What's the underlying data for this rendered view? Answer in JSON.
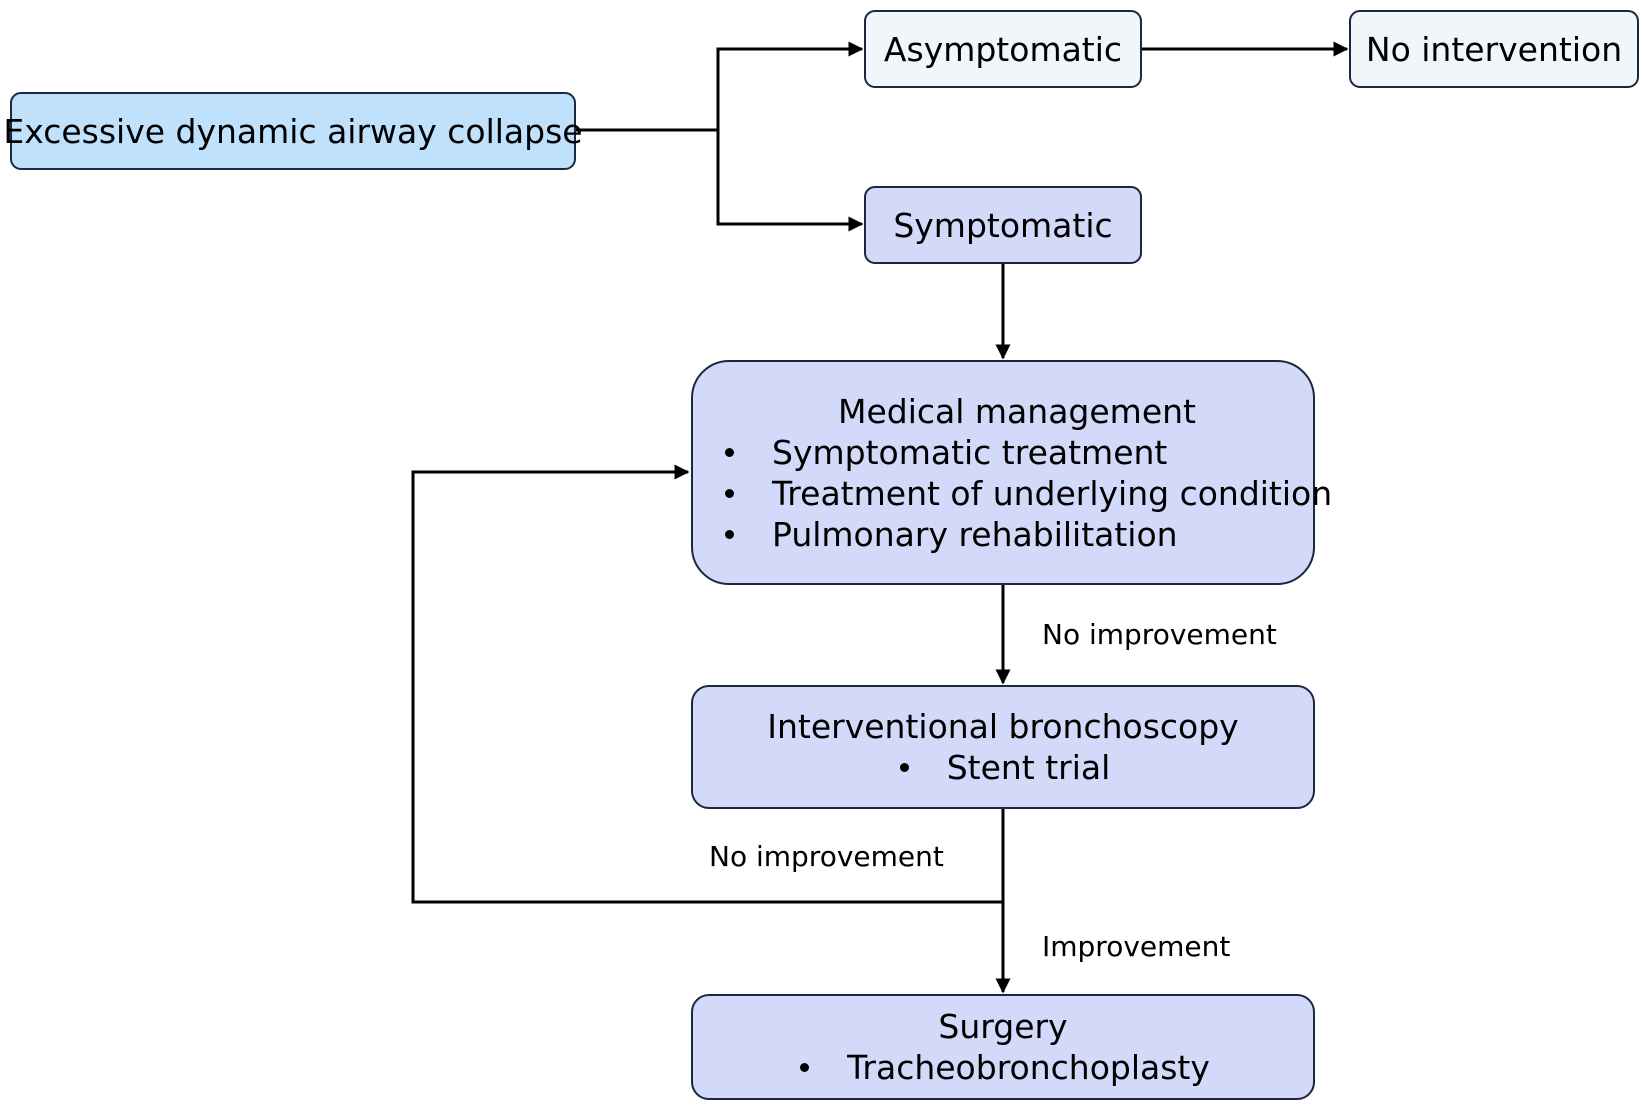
{
  "nodes": {
    "edac": {
      "title": "Excessive dynamic airway collapse"
    },
    "asymptomatic": {
      "title": "Asymptomatic"
    },
    "no_intervention": {
      "title": "No intervention"
    },
    "symptomatic": {
      "title": "Symptomatic"
    },
    "medical": {
      "title": "Medical management",
      "items": [
        "Symptomatic treatment",
        "Treatment of underlying condition",
        "Pulmonary rehabilitation"
      ]
    },
    "bronchoscopy": {
      "title": "Interventional bronchoscopy",
      "items": [
        "Stent trial"
      ]
    },
    "surgery": {
      "title": "Surgery",
      "items": [
        "Tracheobronchoplasty"
      ]
    }
  },
  "edge_labels": {
    "medical_to_bronch": "No improvement",
    "bronch_to_medical": "No improvement",
    "bronch_to_surgery": "Improvement"
  },
  "colors": {
    "start_fill": "#bfe1fb",
    "plain_fill": "#f1f6fb",
    "node_fill": "#d3d9f8",
    "border": "#1c2740",
    "line": "#000000"
  }
}
